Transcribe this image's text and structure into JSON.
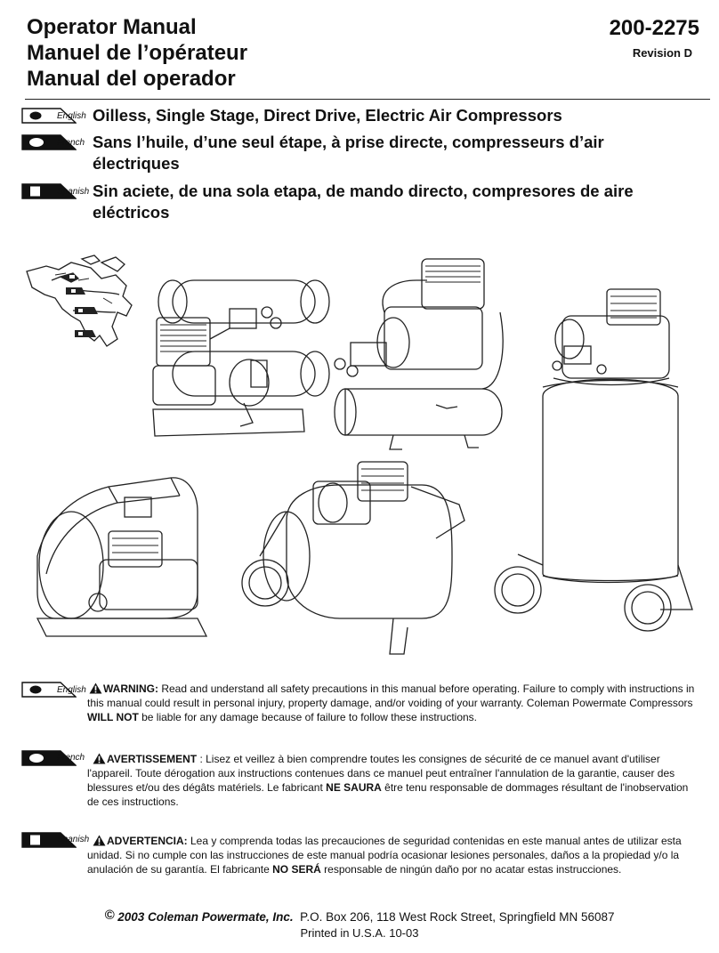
{
  "header": {
    "title_en": "Operator Manual",
    "title_fr": "Manuel de l’opérateur",
    "title_es": "Manual del operador",
    "doc_number": "200-2275",
    "revision": "Revision D"
  },
  "languages": {
    "english": "English",
    "french": "French",
    "spanish": "Spanish"
  },
  "headings": {
    "english": "Oilless, Single Stage, Direct Drive, Electric Air Compressors",
    "french_line1": "Sans l’huile, d’une seul étape, à prise directe, compresseurs d’air",
    "french_line2": "électriques",
    "spanish_line1": "Sin aciete, de una sola etapa, de mando directo, compresores de aire",
    "spanish_line2": "eléctricos"
  },
  "warnings": {
    "english": {
      "title": "WARNING:",
      "text_1": " Read and understand all safety precautions in this manual before operating. Failure to comply with instructions in this manual could result in personal injury, property damage, and/or voiding of your warranty. Coleman Powermate Compressors  ",
      "emphasis": "WILL NOT",
      "text_2": " be liable for any damage because of failure to follow these instructions."
    },
    "french": {
      "title": "AVERTISSEMENT",
      "text_1": " : Lisez et veillez à bien comprendre toutes les consignes de sécurité de ce manuel avant d'utiliser l'appareil. Toute dérogation aux instructions contenues dans ce manuel peut entraîner l'annulation de la garantie, causer des blessures et/ou des dégâts matériels. Le fabricant ",
      "emphasis": "NE SAURA",
      "text_2": " être tenu responsable de dommages résultant de l'inobservation de ces instructions."
    },
    "spanish": {
      "title": "ADVERTENCIA:",
      "text_1": "  Lea y comprenda todas las precauciones de seguridad contenidas en este manual antes de utilizar esta unidad. Si no cumple con las instrucciones de este manual podría ocasionar lesiones personales,  daños a la propiedad y/o la anulación de su garantía. El fabricante ",
      "emphasis": "NO SERÁ",
      "text_2": " responsable de ningún daño por no acatar estas instrucciones."
    }
  },
  "footer": {
    "copyright_symbol": "©",
    "company": " 2003 Coleman Powermate, Inc.",
    "address": "P.O. Box 206, 118 West Rock Street, Springfield MN 56087",
    "printed": "Printed in U.S.A.  10-03"
  }
}
